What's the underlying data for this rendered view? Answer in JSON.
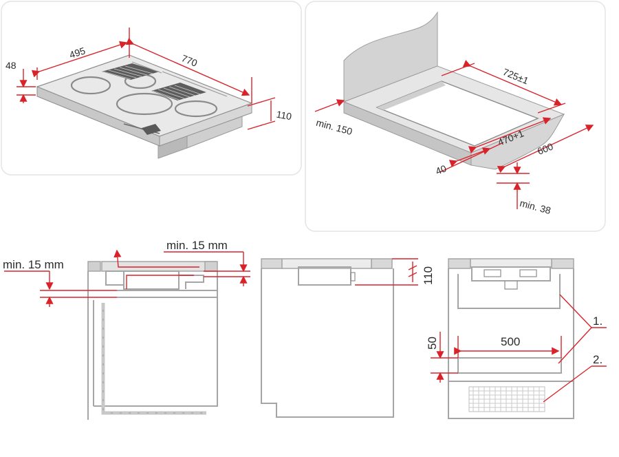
{
  "colors": {
    "dimension_line": "#d8232a",
    "outline": "#a5a5a5",
    "cooktop_top": "#e9e9e9",
    "cooktop_side": "#bdbdbd",
    "airflow_arrow": "#d8232a",
    "panel_border": "#e4e4e4"
  },
  "hob_3d": {
    "width": "770",
    "depth": "495",
    "top_thickness": "48",
    "unit_height": "110"
  },
  "cutout_3d": {
    "cutout_width": "725±1",
    "cutout_depth": "470+1",
    "worktop_depth": "600",
    "front_edge": "40",
    "wall_clearance": "min. 150",
    "worktop_thickness": "min. 38"
  },
  "section_airflow": {
    "top_gap": "min. 15 mm",
    "side_gap": "min. 15 mm"
  },
  "section_front": {
    "height": "110"
  },
  "section_vent": {
    "opening_width": "500",
    "opening_height": "50",
    "callout_1": "1.",
    "callout_2": "2."
  }
}
